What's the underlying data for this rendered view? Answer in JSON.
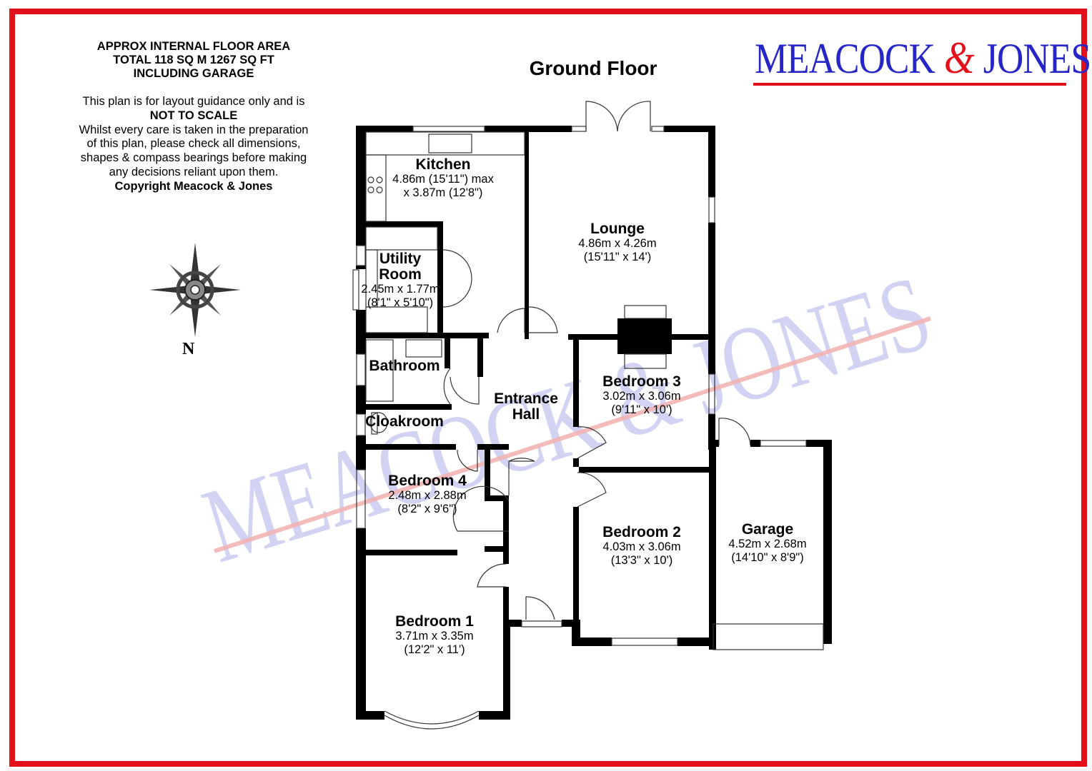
{
  "info": {
    "area_line1": "APPROX INTERNAL FLOOR AREA",
    "area_line2": "TOTAL 118 SQ M 1267 SQ FT",
    "area_line3": "INCLUDING GARAGE",
    "disc_line1": "This plan is for layout guidance only and is",
    "disc_line2": "NOT TO SCALE",
    "disc_line3": "Whilst every care is taken in the preparation",
    "disc_line4": "of this plan, please check all dimensions,",
    "disc_line5": "shapes & compass bearings before making",
    "disc_line6": "any decisions reliant upon them.",
    "disc_line7": "Copyright Meacock & Jones"
  },
  "logo": {
    "text": "MEACOCK & JONES",
    "primary_color": "#2626c8",
    "accent_color": "#e3101c"
  },
  "watermark": {
    "text": "MEACOCK & JONES"
  },
  "floor_title": "Ground Floor",
  "compass": {
    "label": "N",
    "icon": "compass-rose-icon"
  },
  "rooms": {
    "kitchen": {
      "name": "Kitchen",
      "dim1": "4.86m (15'11\") max",
      "dim2": "x 3.87m (12'8\")"
    },
    "lounge": {
      "name": "Lounge",
      "dim1": "4.86m x 4.26m",
      "dim2": "(15'11\" x 14')"
    },
    "utility": {
      "name1": "Utility",
      "name2": "Room",
      "dim1": "2.45m x 1.77m",
      "dim2": "(8'1\" x 5'10\")"
    },
    "bathroom": {
      "name": "Bathroom"
    },
    "cloakroom": {
      "name": "Cloakroom"
    },
    "hall": {
      "name1": "Entrance",
      "name2": "Hall"
    },
    "bedroom3": {
      "name": "Bedroom 3",
      "dim1": "3.02m x 3.06m",
      "dim2": "(9'11\" x 10')"
    },
    "bedroom4": {
      "name": "Bedroom 4",
      "dim1": "2.48m x 2.88m",
      "dim2": "(8'2\" x 9'6\")"
    },
    "bedroom2": {
      "name": "Bedroom 2",
      "dim1": "4.03m x 3.06m",
      "dim2": "(13'3\" x 10')"
    },
    "garage": {
      "name": "Garage",
      "dim1": "4.52m x 2.68m",
      "dim2": "(14'10\" x 8'9\")"
    },
    "bedroom1": {
      "name": "Bedroom 1",
      "dim1": "3.71m x 3.35m",
      "dim2": "(12'2\" x 11')"
    }
  },
  "colors": {
    "border": "#e3101c",
    "walls": "#000000",
    "watermark_text": "#c4c4f0",
    "watermark_line": "#f3b4b4"
  }
}
